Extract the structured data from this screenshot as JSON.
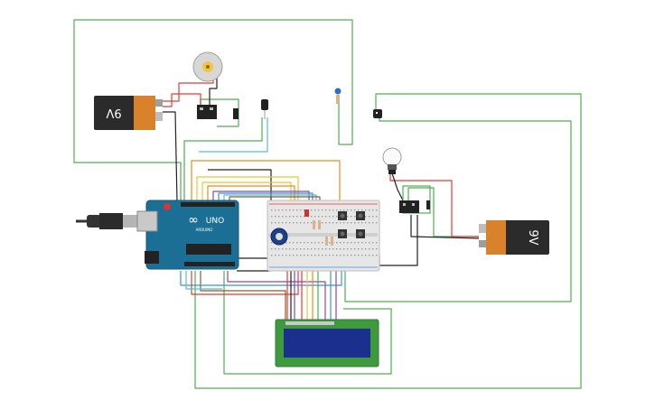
{
  "batteries": [
    {
      "label": "9V"
    },
    {
      "label": "9V"
    }
  ],
  "arduino": {
    "logo": "∞",
    "board_label": "UNO",
    "brand": "ARDUINO"
  },
  "colors": {
    "wire_green": "#4caf50",
    "wire_red": "#e53935",
    "wire_black": "#222222",
    "wire_orange": "#ef8a1f",
    "wire_yellow": "#f1c232",
    "wire_purple": "#8e44ad",
    "wire_blue": "#3f8fd8",
    "wire_cyan": "#4fc3c7",
    "wire_brown": "#8d5a2b",
    "arduino_teal": "#1b6f95",
    "battery_orange": "#d9822b",
    "lcd_green": "#3e9a3c",
    "lcd_screen": "#1b2f8f"
  },
  "icons": [
    "motor-icon",
    "bulb-icon",
    "potentiometer-icon",
    "led-icon",
    "pushbutton-icon",
    "usb-plug-icon"
  ]
}
